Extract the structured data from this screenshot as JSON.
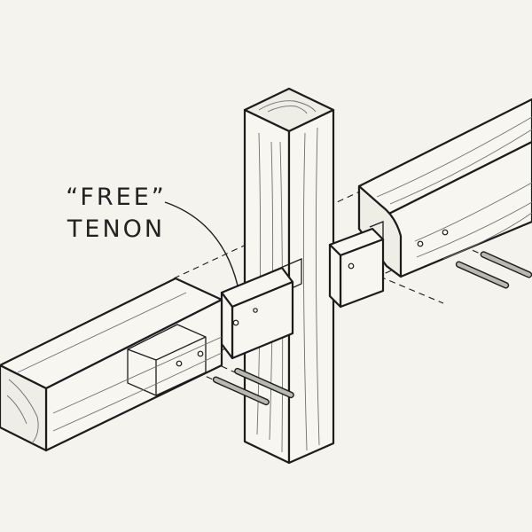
{
  "labels": {
    "callout_line1": "“FREE”",
    "callout_line2": "TENON"
  },
  "colors": {
    "background": "#f4f3ee",
    "wood_face": "#f7f6f1",
    "wood_end": "#eeede6",
    "outline": "#1c1c1c",
    "grain": "#6e6e6e"
  },
  "parts": [
    "post",
    "left-beam",
    "right-beam",
    "free-tenon",
    "peg"
  ]
}
